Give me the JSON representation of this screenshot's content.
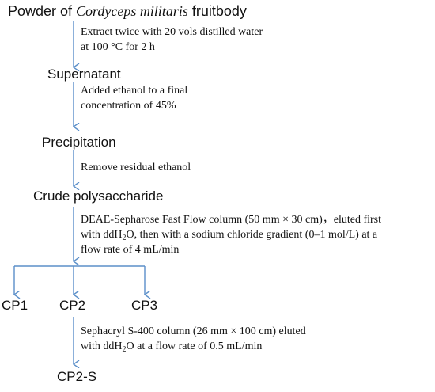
{
  "nodes": {
    "powder": {
      "prefix": "Powder of ",
      "species": "Cordyceps militaris",
      "suffix": " fruitbody"
    },
    "supernatant": "Supernatant",
    "precipitation": "Precipitation",
    "crude": "Crude polysaccharide",
    "cp1": "CP1",
    "cp2": "CP2",
    "cp3": "CP3",
    "cp2s": "CP2-S"
  },
  "steps": {
    "extract": [
      "Extract  twice with 20 vols distilled water",
      "at 100 °C for 2 h"
    ],
    "ethanol": [
      "Added ethanol to a final",
      "concentration of 45%"
    ],
    "remove": [
      "Remove residual ethanol"
    ],
    "deae": {
      "line1": "DEAE-Sepharose Fast Flow column (50 mm × 30 cm)，eluted first",
      "line2_pre": "with ddH",
      "line2_sub": "2",
      "line2_post": "O, then with a sodium chloride gradient (0–1 mol/L) at a",
      "line3": "flow rate of 4 mL/min"
    },
    "sephacryl": {
      "line1": "Sephacryl  S-400 column (26 mm × 100 cm) eluted",
      "line2_pre": "with ddH",
      "line2_sub": "2",
      "line2_post": "O at a flow rate of 0.5 mL/min"
    }
  },
  "colors": {
    "arrow": "#5b8fc9",
    "text": "#111111"
  }
}
